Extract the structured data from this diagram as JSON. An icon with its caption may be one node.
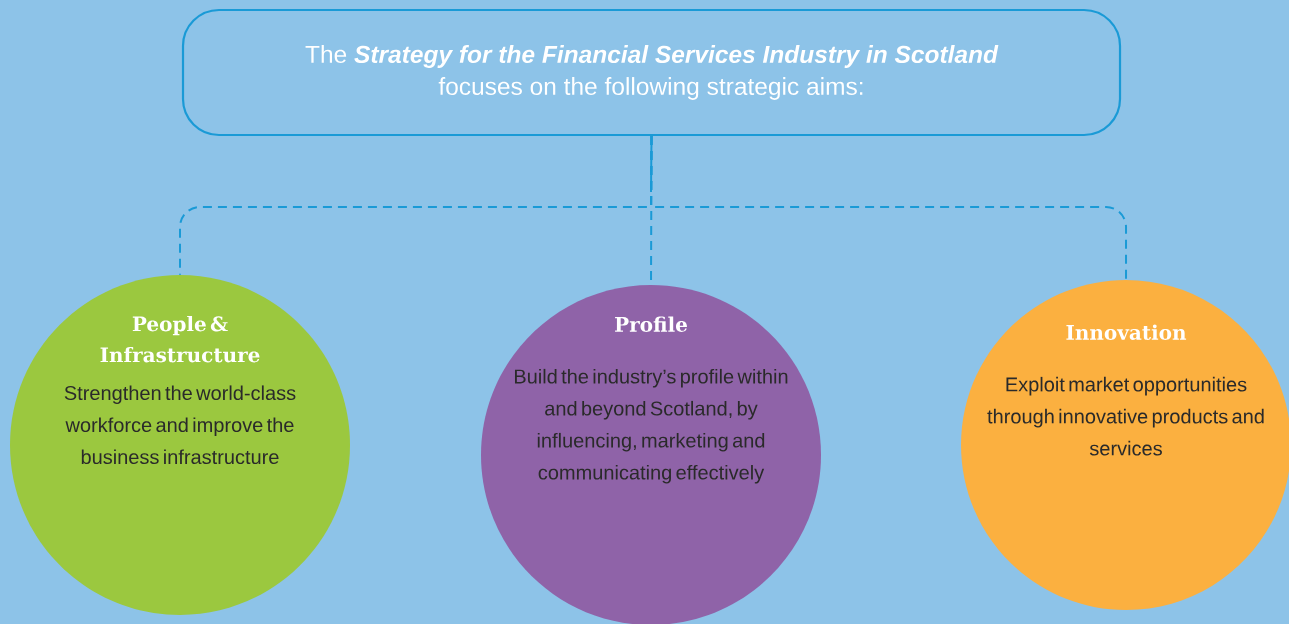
{
  "diagram": {
    "nodes": [
      {
        "text": [
          "The **Strategy for the Financial Services Industry in Scotland** focuses on the following strategic aims:"
        ]
      },
      {
        "text": [
          "People & Infrastructure",
          "Strengthen the world-class workforce and improve the business infrastructure"
        ]
      },
      {
        "text": [
          "Profile",
          "Build the industry’s profile within and beyond Scotland, by influencing, marketing and communicating effectively"
        ]
      },
      {
        "text": [
          "Innovation",
          "Exploit market opportunities through innovative products and services"
        ]
      }
    ],
    "edges": [
      {
        "from": 0,
        "to": 1,
        "arrow": "none",
        "style": "dashed"
      },
      {
        "from": 0,
        "to": 2,
        "arrow": "none",
        "style": "dashed"
      },
      {
        "from": 0,
        "to": 3,
        "arrow": "none",
        "style": "dashed"
      }
    ]
  }
}
